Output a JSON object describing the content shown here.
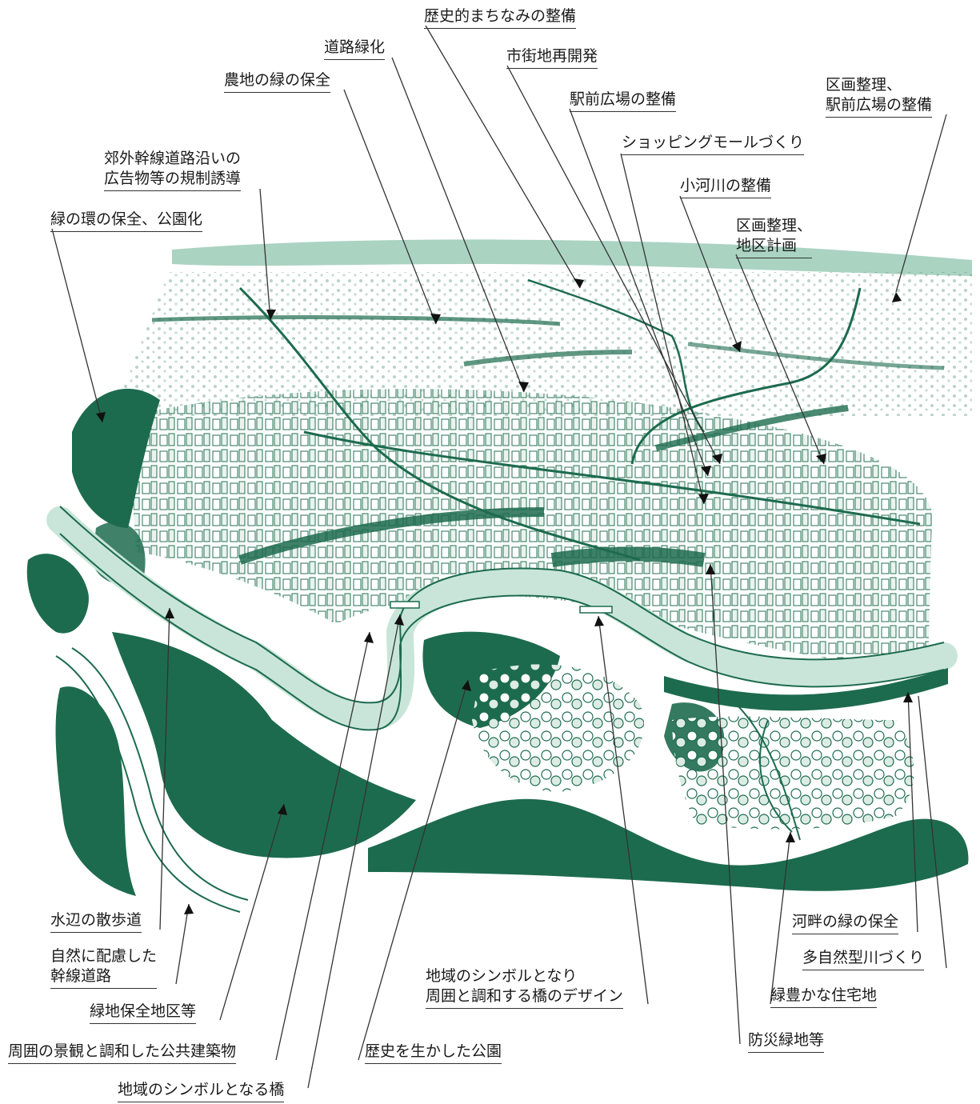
{
  "colors": {
    "forest": "#1d6b4f",
    "forest_light": "#8ec4ae",
    "river": "#c9e5da",
    "ink": "#1a1a1a"
  },
  "labels": {
    "historic_townscape": "歴史的まちなみの整備",
    "road_greening": "道路緑化",
    "redevelopment": "市街地再開発",
    "farmland_green": "農地の緑の保全",
    "station_plaza": "駅前広場の整備",
    "land_readjust_plaza_1": "区画整理、",
    "land_readjust_plaza_2": "駅前広場の整備",
    "shopping_mall": "ショッピングモールづくり",
    "suburban_ads_1": "郊外幹線道路沿いの",
    "suburban_ads_2": "広告物等の規制誘導",
    "small_river": "小河川の整備",
    "green_ring": "緑の環の保全、公園化",
    "district_plan_1": "区画整理、",
    "district_plan_2": "地区計画",
    "waterside_walk": "水辺の散歩道",
    "eco_road_1": "自然に配慮した",
    "eco_road_2": "幹線道路",
    "green_conservation": "緑地保全地区等",
    "public_building": "周囲の景観と調和した公共建築物",
    "symbol_bridge": "地域のシンボルとなる橋",
    "historic_park": "歴史を生かした公園",
    "bridge_design_1": "地域のシンボルとなり",
    "bridge_design_2": "周囲と調和する橋のデザイン",
    "disaster_green": "防災緑地等",
    "riverside_green": "河畔の緑の保全",
    "nature_river": "多自然型川づくり",
    "residential": "緑豊かな住宅地"
  }
}
